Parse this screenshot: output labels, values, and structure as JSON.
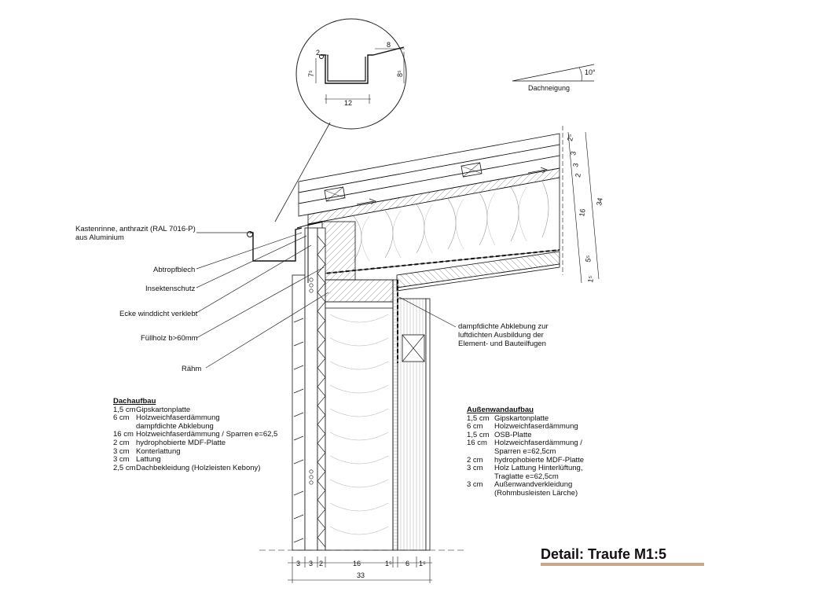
{
  "title": "Detail: Traufe M1:5",
  "roof_pitch": {
    "label": "Dachneigung",
    "angle": "10°"
  },
  "gutter_detail_dims": {
    "top_width": "8",
    "wall_gap": "2",
    "left_height": "7⁵",
    "right_height": "8⁵",
    "bottom_width": "12"
  },
  "callouts": {
    "gutter": [
      "Kastenrinne, anthrazit (RAL 7016-P)",
      "aus Aluminium"
    ],
    "drip_plate": "Abtropfblech",
    "insect": "Insektenschutz",
    "corner": "Ecke winddicht verklebt",
    "filler": "Füllholz b>60mm",
    "plate": "Rähm",
    "vapor": [
      "dampfdichte Abklebung zur",
      "luftdichten Ausbildung der",
      "Element- und Bauteilfugen"
    ]
  },
  "roof_dims": {
    "d1": "2⁵",
    "d2": "3",
    "d3": "3",
    "d4": "2",
    "d5": "16",
    "d6": "5⁵",
    "d7": "1⁵",
    "total": "34"
  },
  "wall_dims": {
    "d1": "3",
    "d2": "3",
    "d3": "2",
    "d4": "16",
    "d5": "1⁵",
    "d6": "6",
    "d7": "1⁵",
    "total": "33"
  },
  "roof_build": {
    "heading": "Dachaufbau",
    "layers": [
      {
        "val": "1,5 cm",
        "desc": "Gipskartonplatte"
      },
      {
        "val": "6 cm",
        "desc": "Holzweichfaserdämmung"
      },
      {
        "val": "",
        "desc": "dampfdichte Abklebung"
      },
      {
        "val": "16 cm",
        "desc": "Holzweichfaserdämmung / Sparren e=62,5"
      },
      {
        "val": "2 cm",
        "desc": "hydrophobierte MDF-Platte"
      },
      {
        "val": "3 cm",
        "desc": "Konterlattung"
      },
      {
        "val": "3 cm",
        "desc": "Lattung"
      },
      {
        "val": "2,5 cm",
        "desc": "Dachbekleidung (Holzleisten Kebony)"
      }
    ]
  },
  "wall_build": {
    "heading": "Außenwandaufbau",
    "layers": [
      {
        "val": "1,5 cm",
        "desc": "Gipskartonplatte"
      },
      {
        "val": "6 cm",
        "desc": "Holzweichfaserdämmung"
      },
      {
        "val": "1,5 cm",
        "desc": "OSB-Platte"
      },
      {
        "val": "16 cm",
        "desc": "Holzweichfaserdämmung /"
      },
      {
        "val": "",
        "desc": "Sparren e=62,5cm"
      },
      {
        "val": "2 cm",
        "desc": "hydrophobierte MDF-Platte"
      },
      {
        "val": "3 cm",
        "desc": "Holz Lattung Hinterlüftung,"
      },
      {
        "val": "",
        "desc": "Traglatte e=62,5cm"
      },
      {
        "val": "3 cm",
        "desc": "Außenwandverkleidung"
      },
      {
        "val": "",
        "desc": "(Rohmbusleisten Lärche)"
      }
    ]
  }
}
